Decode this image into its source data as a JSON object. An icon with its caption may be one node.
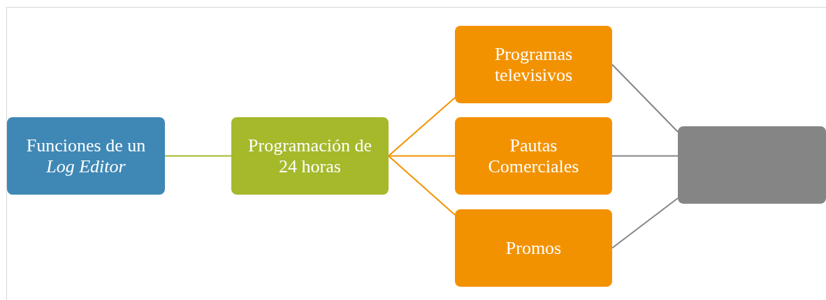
{
  "diagram": {
    "nodes": [
      {
        "text": [
          "Funciones de un *Log Editor*"
        ]
      },
      {
        "text": [
          "Programación de 24 horas"
        ]
      },
      {
        "text": [
          "Programas televisivos"
        ]
      },
      {
        "text": [
          "Pautas Comerciales"
        ]
      },
      {
        "text": [
          "Promos"
        ]
      },
      {
        "text": [],
        "shape": "box"
      }
    ],
    "edges": [
      {
        "from": 0,
        "to": 1,
        "arrow": "none",
        "color": "#a5b92b"
      },
      {
        "from": 1,
        "to": 2,
        "arrow": "none",
        "color": "#f39200"
      },
      {
        "from": 1,
        "to": 3,
        "arrow": "none",
        "color": "#f39200"
      },
      {
        "from": 1,
        "to": 4,
        "arrow": "none",
        "color": "#f39200"
      },
      {
        "from": 2,
        "to": 5,
        "arrow": "none",
        "color": "#858585"
      },
      {
        "from": 3,
        "to": 5,
        "arrow": "none",
        "color": "#858585"
      },
      {
        "from": 4,
        "to": 5,
        "arrow": "none",
        "color": "#858585"
      }
    ]
  }
}
